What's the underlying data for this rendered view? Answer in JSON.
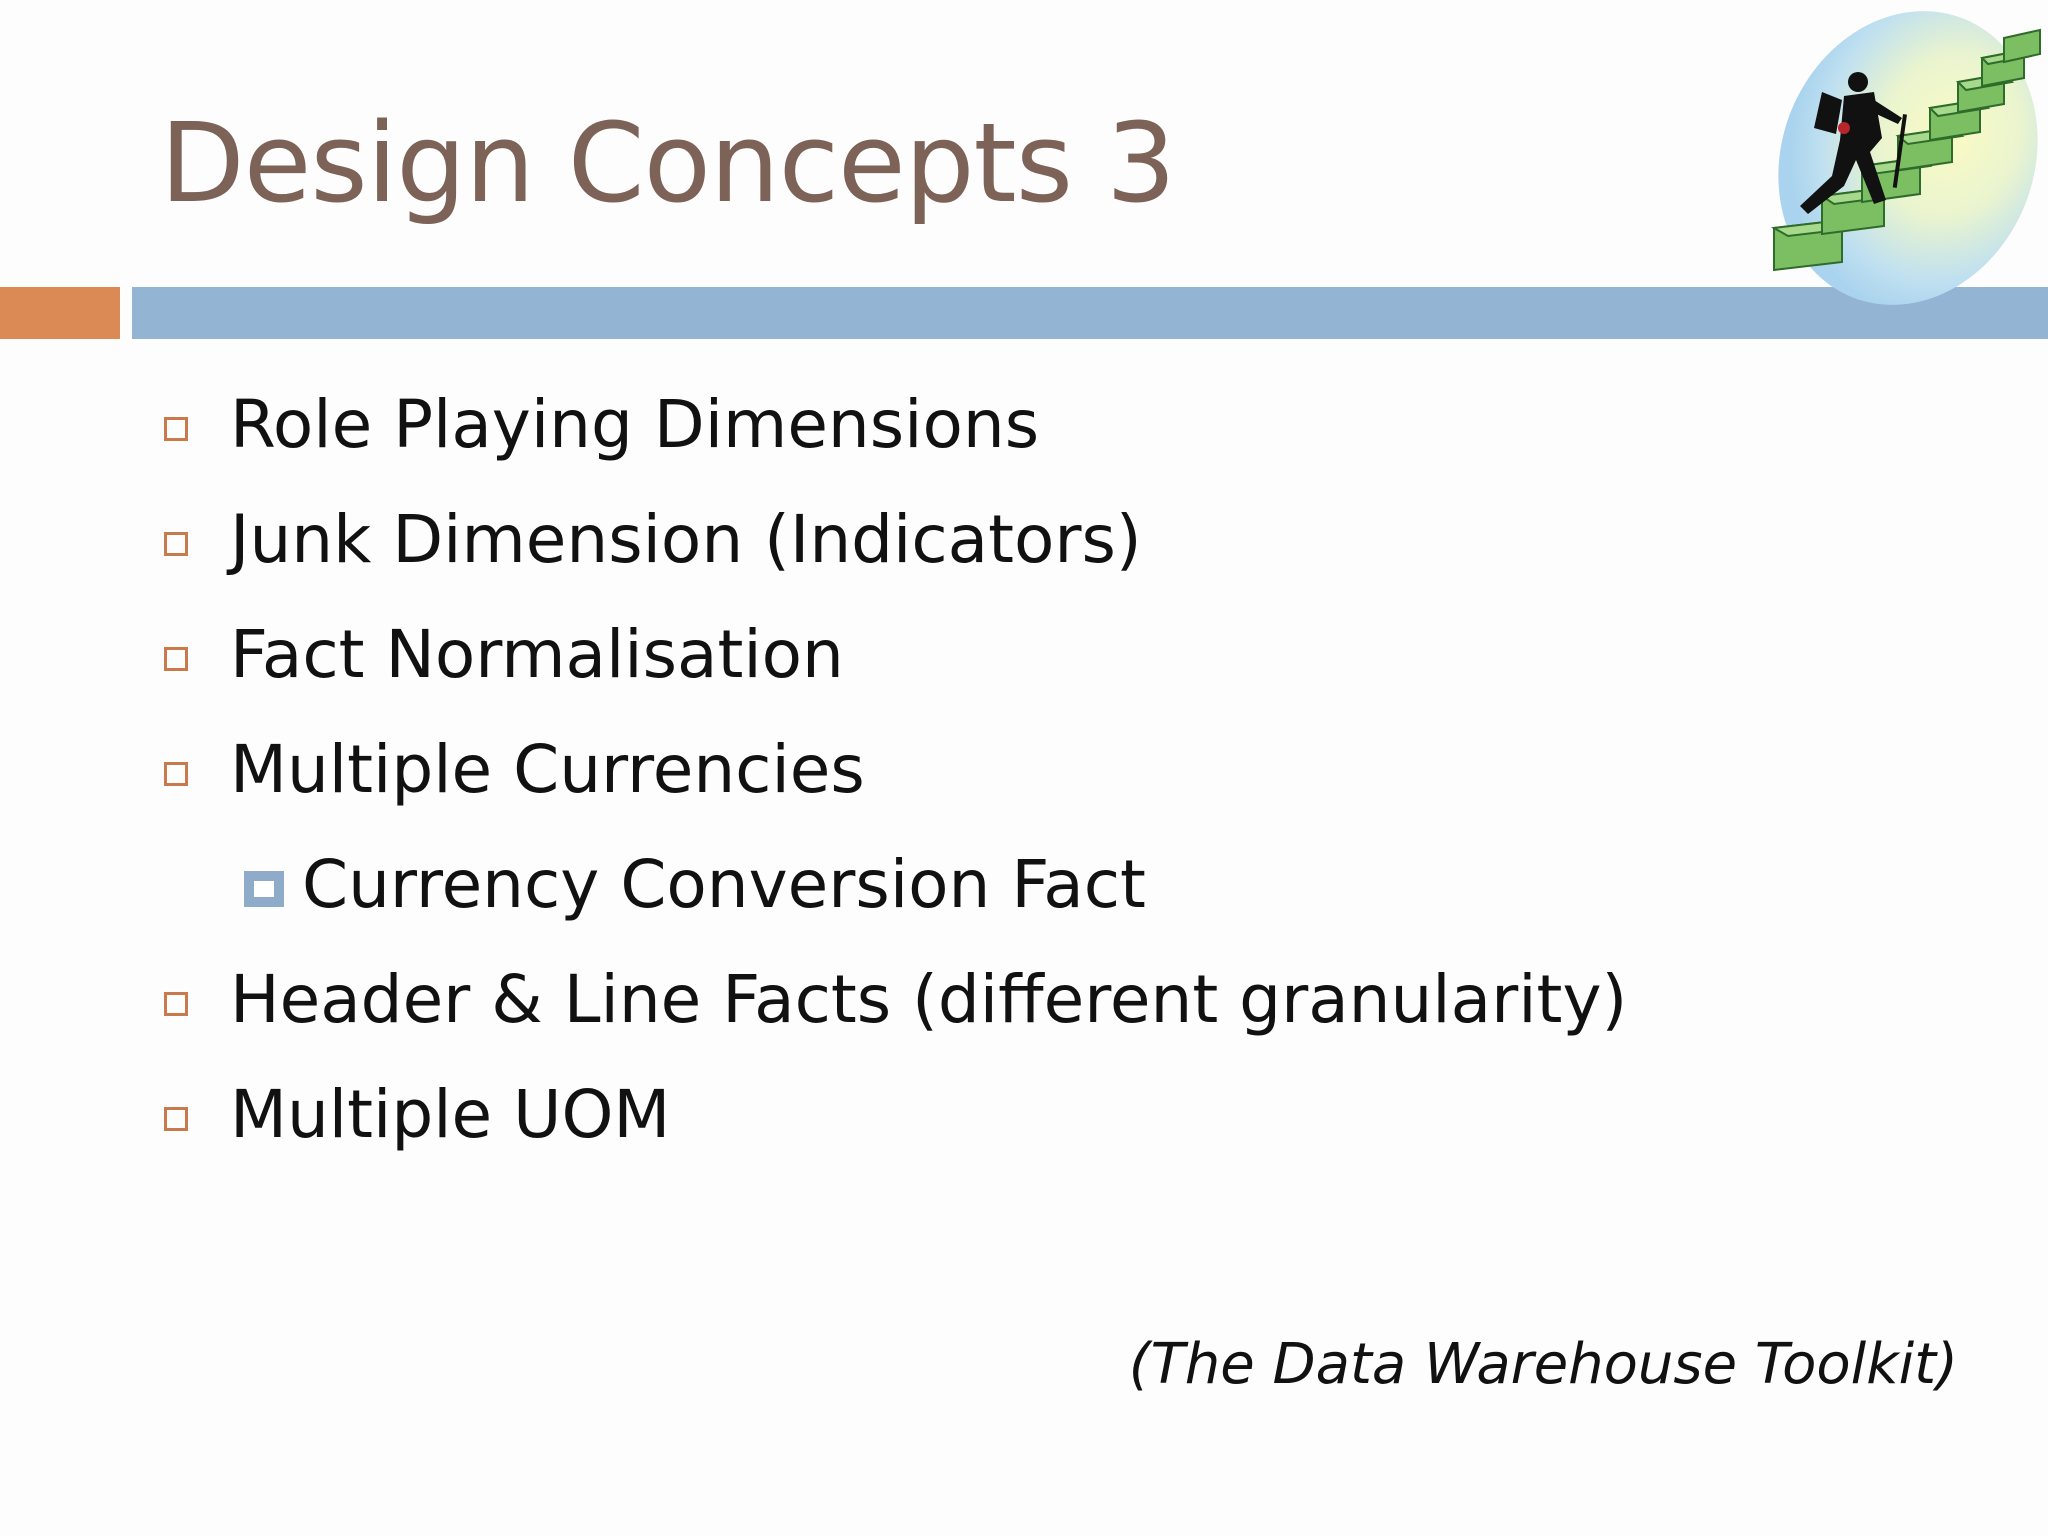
{
  "slide": {
    "title": "Design Concepts 3",
    "bullets": [
      {
        "label": "Role Playing Dimensions",
        "level": 1
      },
      {
        "label": "Junk Dimension (Indicators)",
        "level": 1
      },
      {
        "label": "Fact Normalisation",
        "level": 1
      },
      {
        "label": "Multiple Currencies",
        "level": 1
      },
      {
        "label": "Currency Conversion Fact",
        "level": 2
      },
      {
        "label": "Header & Line Facts (different granularity)",
        "level": 1
      },
      {
        "label": "Multiple UOM",
        "level": 1
      }
    ],
    "citation": "(The Data Warehouse Toolkit)",
    "clipart_icon": "stairs-climber-icon"
  },
  "colors": {
    "title_text": "#7d6257",
    "accent_orange": "#dc8a55",
    "accent_blue": "#93b4d2",
    "bullet_marker_level1": "#c97a4c",
    "bullet_marker_level2": "#8eacca",
    "body_text": "#111111",
    "background": "#fdfdfd"
  }
}
